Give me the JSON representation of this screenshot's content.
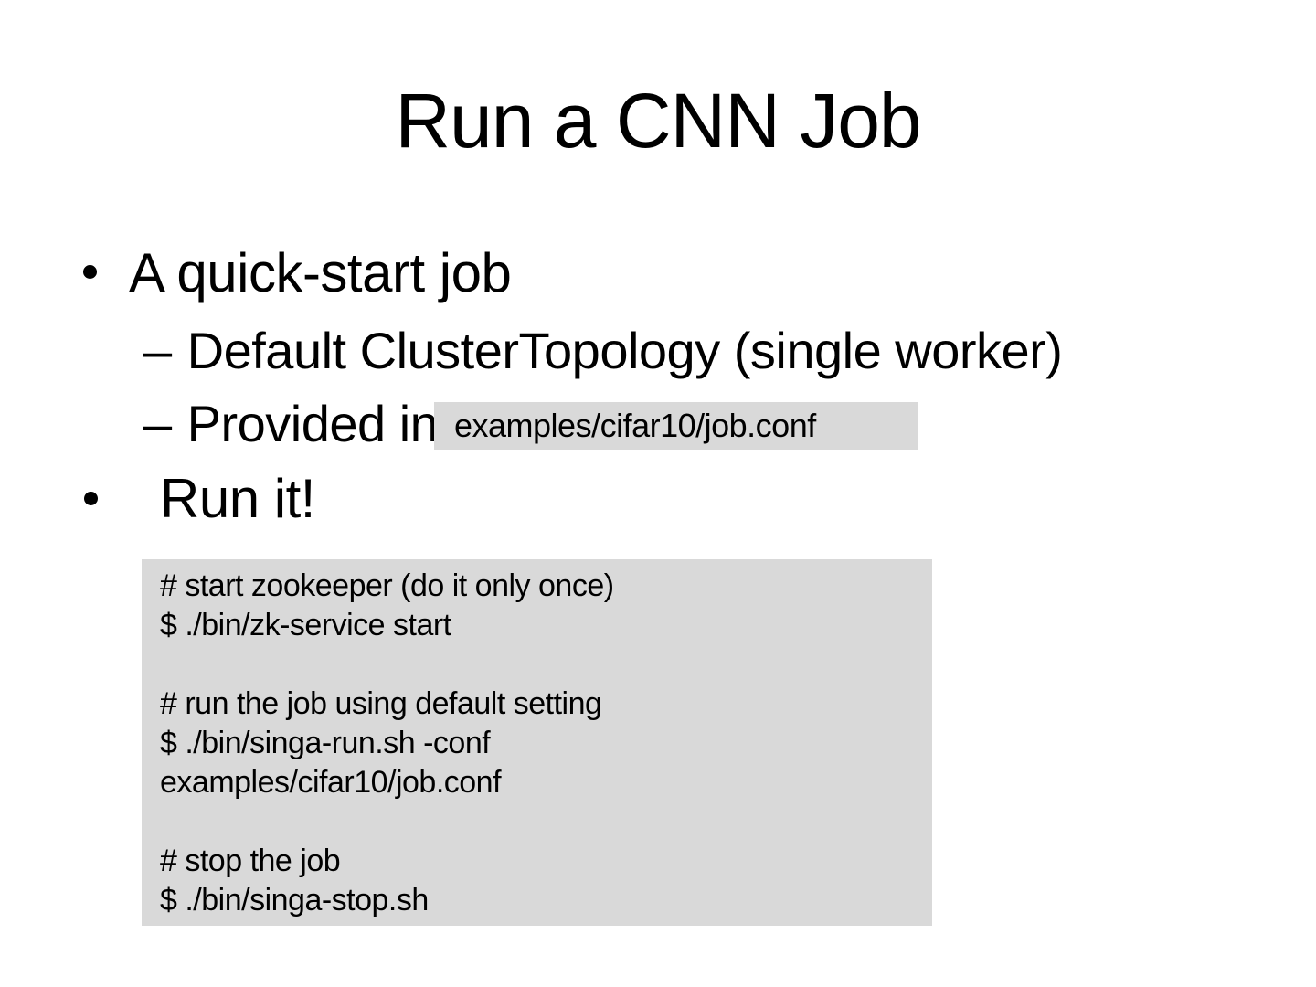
{
  "slide": {
    "title": "Run a CNN Job",
    "bullets": {
      "level2_marker": "–",
      "item1": {
        "label": "A quick-start job"
      },
      "sub1": {
        "label": "Default ClusterTopology (single worker)"
      },
      "sub2": {
        "label": "Provided in",
        "inline_code": "examples/cifar10/job.conf"
      },
      "item2": {
        "label": "Run it!"
      }
    },
    "code_block": {
      "lines": [
        "# start zookeeper (do it only once)",
        "$ ./bin/zk-service start",
        "",
        "# run the job using default setting",
        "$ ./bin/singa-run.sh -conf",
        "examples/cifar10/job.conf",
        "",
        "# stop the job",
        "$ ./bin/singa-stop.sh"
      ]
    },
    "colors": {
      "background": "#ffffff",
      "text": "#000000",
      "code_background": "#d9d9d9"
    }
  }
}
